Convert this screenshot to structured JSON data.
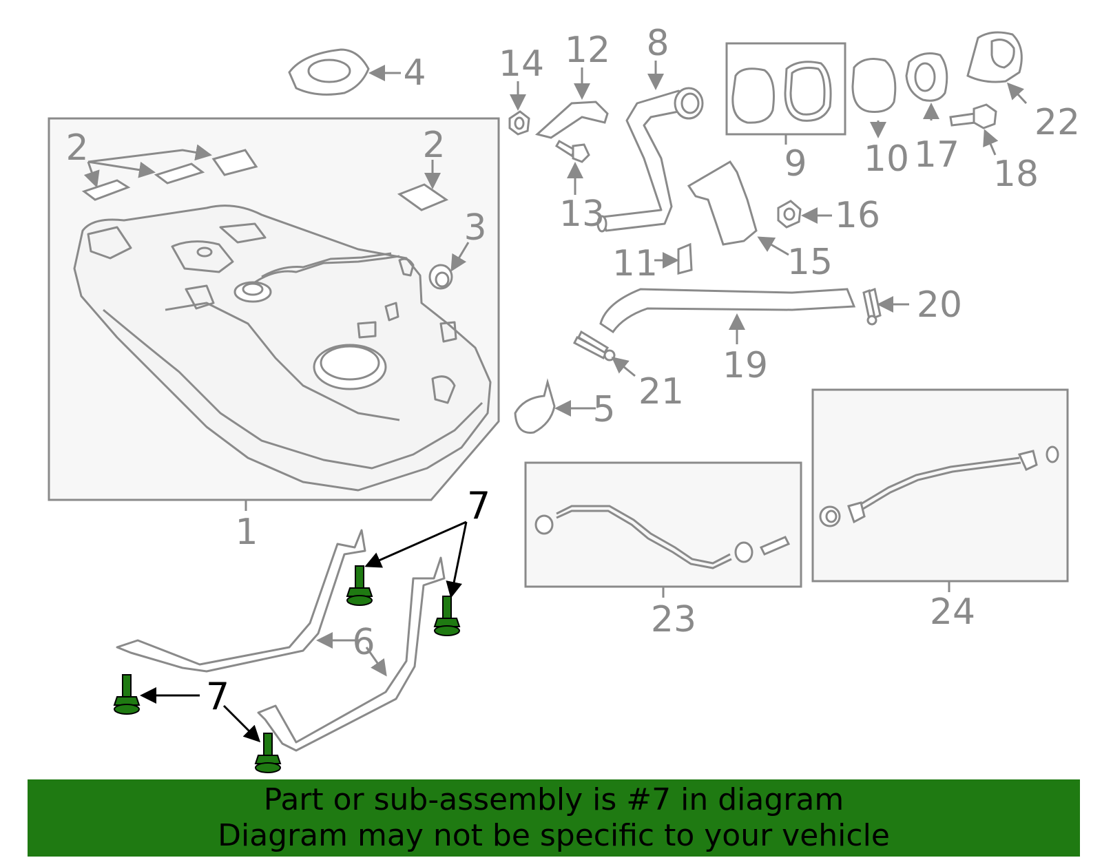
{
  "labels": {
    "l1": "1",
    "l2a": "2",
    "l2b": "2",
    "l3": "3",
    "l4": "4",
    "l5": "5",
    "l6": "6",
    "l7a": "7",
    "l7b": "7",
    "l8": "8",
    "l9": "9",
    "l10": "10",
    "l11": "11",
    "l12": "12",
    "l13": "13",
    "l14": "14",
    "l15": "15",
    "l16": "16",
    "l17": "17",
    "l18": "18",
    "l19": "19",
    "l20": "20",
    "l21": "21",
    "l22": "22",
    "l23": "23",
    "l24": "24"
  },
  "banner": {
    "line1": "Part or sub-assembly is #7 in diagram",
    "line2": "Diagram may not be specific to your vehicle"
  },
  "colors": {
    "line": "#8a8a8a",
    "highlight": "#1f7a12",
    "banner": "#1f7a12",
    "box_fill": "#f7f7f7"
  }
}
